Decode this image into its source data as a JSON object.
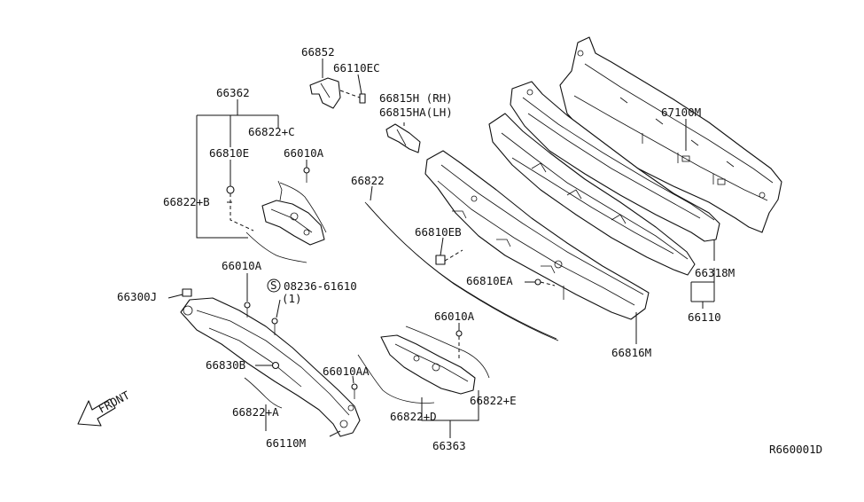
{
  "diagram_id": "R660001D",
  "front_label": "FRONT",
  "labels": {
    "p66852": "66852",
    "p66110EC": "66110EC",
    "p66815H": "66815H (RH)",
    "p66815HA": "66815HA(LH)",
    "p66362": "66362",
    "p66822C": "66822+C",
    "p66810E": "66810E",
    "p66010A_top": "66010A",
    "p66822B": "66822+B",
    "p66822": "66822",
    "p66810EB": "66810EB",
    "p66810EA": "66810EA",
    "p67100M": "67100M",
    "p66318M": "66318M",
    "p66110": "66110",
    "p66816M": "66816M",
    "p66010A_mid": "66010A",
    "p08236_61610": "08236-61610",
    "p08236_qty": "(1)",
    "p66300J": "66300J",
    "p66830B": "66830B",
    "p66010AA": "66010AA",
    "p66822A": "66822+A",
    "p66110M": "66110M",
    "p66010A_low": "66010A",
    "p66822D": "66822+D",
    "p66822E": "66822+E",
    "p66363": "66363",
    "screw_symbol": "S"
  }
}
